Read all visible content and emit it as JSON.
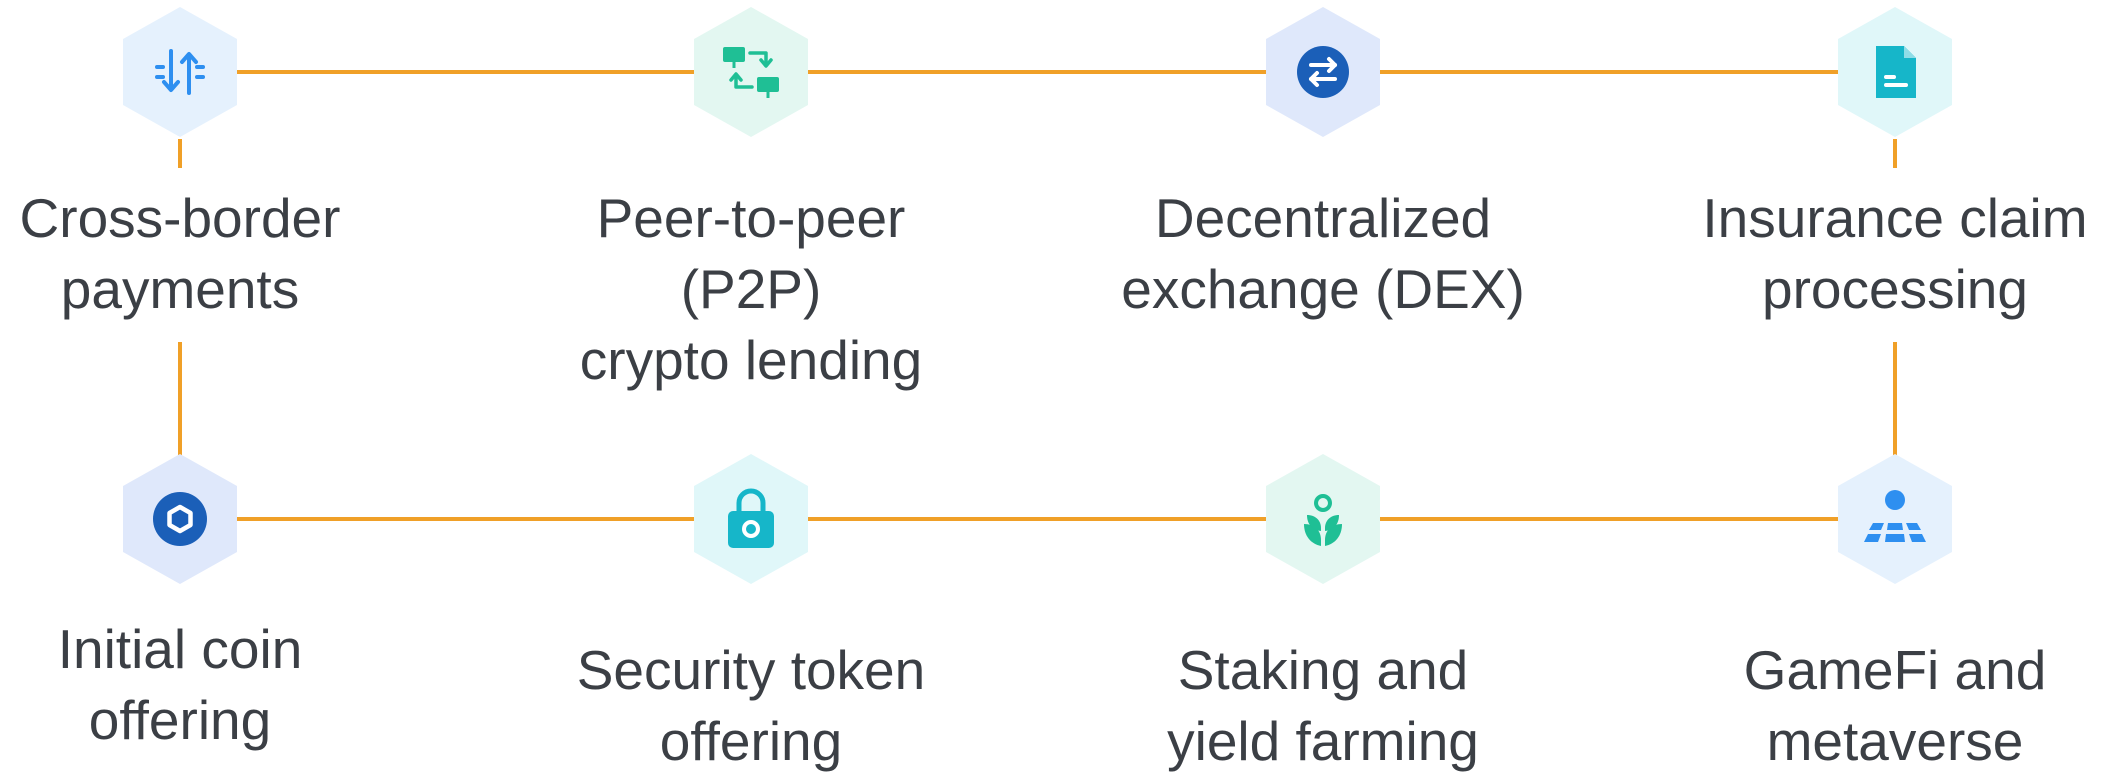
{
  "colors": {
    "line": "#f0a028",
    "text": "#3b3f45",
    "blue": "#2e8ff0",
    "green": "#1fbf95",
    "navy": "#1b5fb8",
    "teal": "#16b6c9",
    "hex_blue": "#e5f1fd",
    "hex_green": "#e3f7f1",
    "hex_navy": "#dfe8fb",
    "hex_teal": "#e0f7f9"
  },
  "nodes": [
    {
      "id": "cross-border-payments",
      "icon": "transfer-arrows-icon",
      "lines": [
        "Cross-border",
        "payments"
      ]
    },
    {
      "id": "p2p-crypto-lending",
      "icon": "peer-exchange-icon",
      "lines": [
        "Peer-to-peer (P2P)",
        "crypto lending"
      ]
    },
    {
      "id": "decentralized-exchange",
      "icon": "swap-arrows-icon",
      "lines": [
        "Decentralized",
        "exchange (DEX)"
      ]
    },
    {
      "id": "insurance-claim-processing",
      "icon": "document-icon",
      "lines": [
        "Insurance claim",
        "processing"
      ]
    },
    {
      "id": "initial-coin-offering",
      "icon": "coin-hexagon-icon",
      "lines": [
        "Initial coin",
        "offering"
      ]
    },
    {
      "id": "security-token-offering",
      "icon": "padlock-icon",
      "lines": [
        "Security token",
        "offering"
      ]
    },
    {
      "id": "staking-yield-farming",
      "icon": "sprout-icon",
      "lines": [
        "Staking and",
        "yield farming"
      ]
    },
    {
      "id": "gamefi-metaverse",
      "icon": "player-grid-icon",
      "lines": [
        "GameFi and",
        "metaverse"
      ]
    }
  ]
}
